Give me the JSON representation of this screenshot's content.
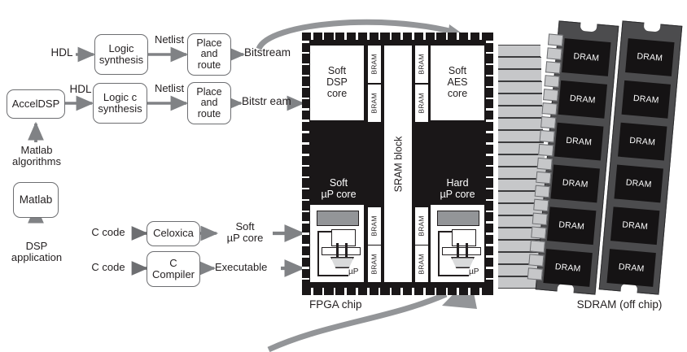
{
  "diagram": {
    "title": "FPGA design flow with soft and hard cores and off-chip SDRAM",
    "colors": {
      "chip_body": "#1a1718",
      "box_border": "#6d6e71",
      "arrow_gray": "#808285",
      "dimm_body": "#4c4c4e",
      "dram_chip": "#151314",
      "bus": "#c6c7c9",
      "text": "#231f20"
    }
  },
  "flow_top": {
    "input_label": "HDL",
    "boxes": [
      {
        "label": "Logic\nsynthesis"
      },
      {
        "label": "Place\nand\nroute"
      }
    ],
    "edge_labels": [
      "Netlist"
    ],
    "output_label": "Bitstream"
  },
  "flow_second": {
    "source_box": "AccelDSP",
    "input_label": "HDL",
    "boxes": [
      {
        "label": "Logic c\nsynthesis"
      },
      {
        "label": "Place\nand\nroute"
      }
    ],
    "edge_labels": [
      "Netlist"
    ],
    "output_label": "Bitstr eam"
  },
  "flow_matlab": {
    "top_label": "Matlab\nalgorithms",
    "box": "Matlab",
    "bottom_label": "DSP\napplication"
  },
  "flow_c_top": {
    "input_label": "C code",
    "box": "Celoxica",
    "output_label": "Soft\nµP core"
  },
  "flow_c_bottom": {
    "input_label": "C code",
    "box": "C\nCompiler",
    "output_label": "Executable"
  },
  "fpga": {
    "caption": "FPGA chip",
    "blocks": [
      {
        "id": "soft-dsp-core",
        "label": "Soft\nDSP\ncore"
      },
      {
        "id": "soft-aes-core",
        "label": "Soft\nAES\ncore"
      }
    ],
    "core_labels": [
      {
        "id": "soft-up-core",
        "label": "Soft\nµP core"
      },
      {
        "id": "hard-up-core",
        "label": "Hard\nµP core"
      }
    ],
    "bram_label": "BRAM",
    "bram_count": 8,
    "sram_label": "SRAM block",
    "up_glyph_label": "µP"
  },
  "sdram": {
    "caption": "SDRAM (off chip)",
    "dimm_count": 2,
    "chips_per_dimm": 6,
    "chip_label": "DRAM",
    "bus_line_count": 20
  }
}
